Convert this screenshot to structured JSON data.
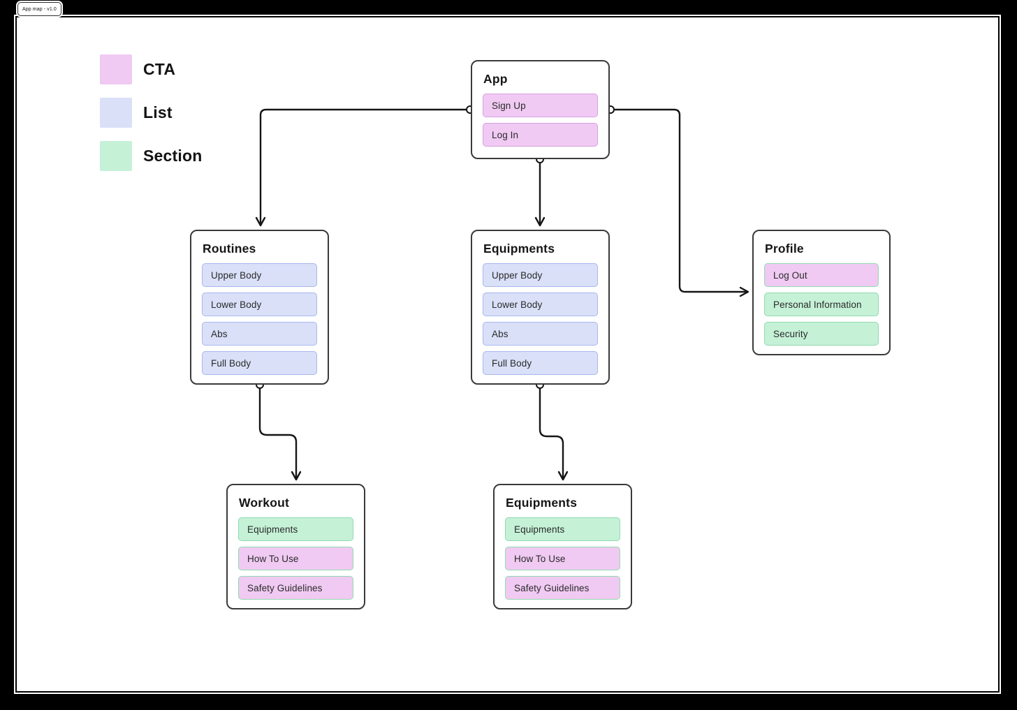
{
  "window": {
    "tab_label": "App map - v1.0"
  },
  "colors": {
    "cta-fill": "#f0caf3",
    "cta-border": "#d6a1e0",
    "list-fill": "#d9e0f8",
    "list-border": "#a8b8ec",
    "section-fill": "#c5f1d7",
    "section-border": "#91dbaf",
    "canvas": "#ffffff",
    "backdrop": "#000000",
    "line": "#151515",
    "box-border": "#3a3a3a"
  },
  "legend": {
    "items": [
      {
        "label": "CTA",
        "type": "cta"
      },
      {
        "label": "List",
        "type": "list"
      },
      {
        "label": "Section",
        "type": "section"
      }
    ]
  },
  "nodes": [
    {
      "title": "App",
      "items": [
        {
          "label": "Sign Up",
          "type": "cta"
        },
        {
          "label": "Log In",
          "type": "cta"
        }
      ]
    },
    {
      "title": "Routines",
      "items": [
        {
          "label": "Upper Body",
          "type": "list"
        },
        {
          "label": "Lower Body",
          "type": "list"
        },
        {
          "label": "Abs",
          "type": "list"
        },
        {
          "label": "Full Body",
          "type": "list"
        }
      ]
    },
    {
      "title": "Equipments",
      "items": [
        {
          "label": "Upper Body",
          "type": "list"
        },
        {
          "label": "Lower Body",
          "type": "list"
        },
        {
          "label": "Abs",
          "type": "list"
        },
        {
          "label": "Full Body",
          "type": "list"
        }
      ]
    },
    {
      "title": "Profile",
      "items": [
        {
          "label": "Log Out",
          "type": "cta-mixed"
        },
        {
          "label": "Personal Information",
          "type": "section"
        },
        {
          "label": "Security",
          "type": "section"
        }
      ]
    },
    {
      "title": "Workout",
      "items": [
        {
          "label": "Equipments",
          "type": "section"
        },
        {
          "label": "How To Use",
          "type": "cta-mixed"
        },
        {
          "label": "Safety Guidelines",
          "type": "cta-mixed"
        }
      ]
    },
    {
      "title": "Equipments",
      "items": [
        {
          "label": "Equipments",
          "type": "section"
        },
        {
          "label": "How To Use",
          "type": "cta-mixed"
        },
        {
          "label": "Safety Guidelines",
          "type": "cta-mixed"
        }
      ]
    }
  ],
  "edges": [
    {
      "from": "App",
      "to": "Routines"
    },
    {
      "from": "App",
      "to": "Equipments"
    },
    {
      "from": "App",
      "to": "Profile"
    },
    {
      "from": "Routines",
      "to": "Workout"
    },
    {
      "from": "Equipments",
      "to": "Equipments (detail)"
    }
  ]
}
